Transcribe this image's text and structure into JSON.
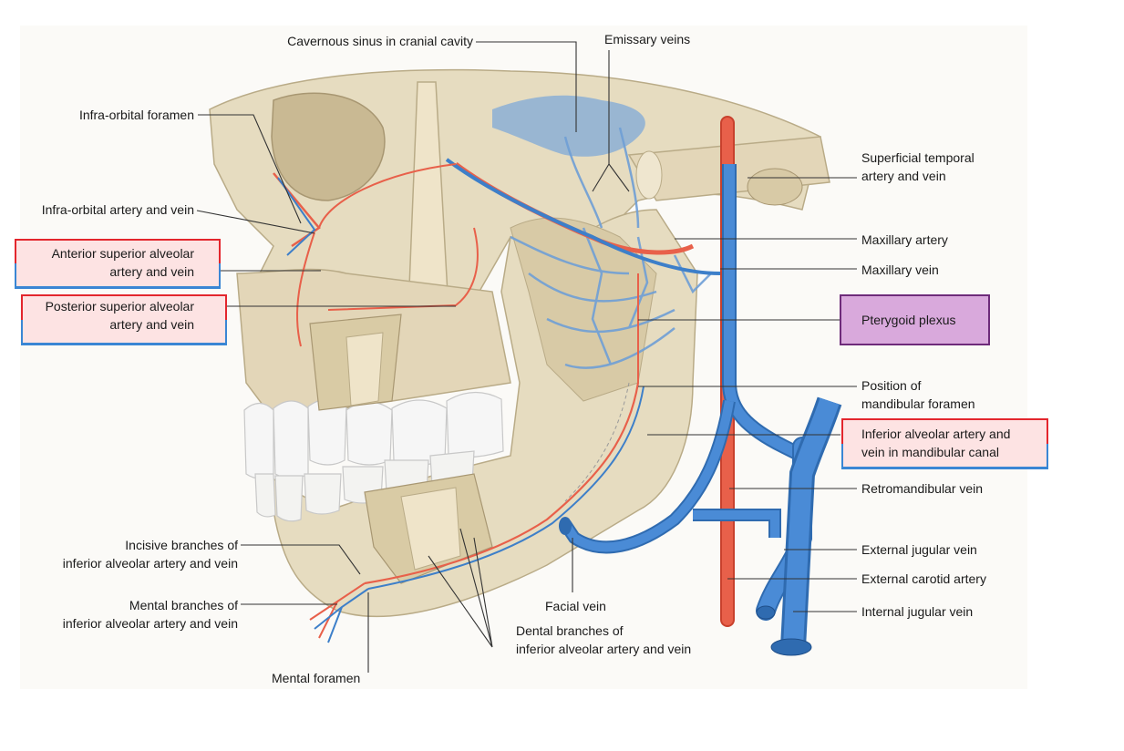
{
  "labels": {
    "cavernous_sinus": "Cavernous sinus in cranial cavity",
    "emissary_veins": "Emissary veins",
    "infraorbital_foramen": "Infra-orbital foramen",
    "infraorbital_artery_vein": "Infra-orbital artery and vein",
    "anterior_superior_alveolar_1": "Anterior superior alveolar",
    "anterior_superior_alveolar_2": "artery and vein",
    "posterior_superior_alveolar_1": "Posterior superior alveolar",
    "posterior_superior_alveolar_2": "artery and vein",
    "superficial_temporal_1": "Superficial temporal",
    "superficial_temporal_2": "artery and vein",
    "maxillary_artery": "Maxillary artery",
    "maxillary_vein": "Maxillary vein",
    "pterygoid_plexus": "Pterygoid plexus",
    "mandibular_foramen_1": "Position of",
    "mandibular_foramen_2": "mandibular foramen",
    "inferior_alveolar_1": "Inferior alveolar artery and",
    "inferior_alveolar_2": "vein in mandibular canal",
    "retromandibular_vein": "Retromandibular vein",
    "external_jugular_vein": "External jugular vein",
    "external_carotid_artery": "External carotid artery",
    "internal_jugular_vein": "Internal jugular vein",
    "facial_vein": "Facial vein",
    "incisive_branches_1": "Incisive branches of",
    "incisive_branches_2": "inferior alveolar artery and vein",
    "mental_branches_1": "Mental branches of",
    "mental_branches_2": "inferior alveolar artery and vein",
    "dental_branches_1": "Dental branches of",
    "dental_branches_2": "inferior alveolar artery and vein",
    "mental_foramen": "Mental foramen"
  },
  "colors": {
    "artery": "#e8604a",
    "vein": "#3d7fc9",
    "bone": "#e3d6b8",
    "highlight_red": "#e3262d",
    "highlight_blue": "#3a86d4",
    "highlight_purple": "#6e2b7a"
  }
}
